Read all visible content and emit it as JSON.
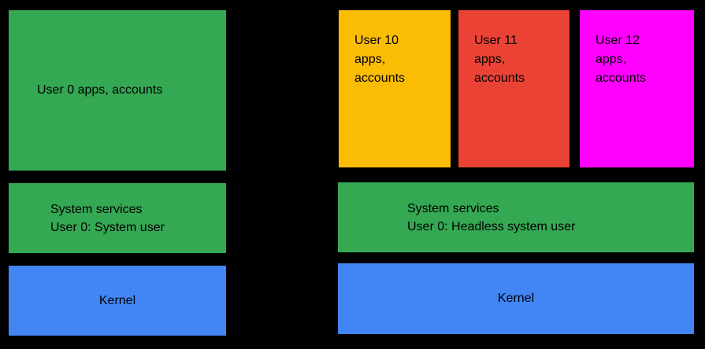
{
  "canvas": {
    "background": "#000000",
    "text_color": "#000000"
  },
  "colors": {
    "green": "#34A853",
    "blue": "#4285F4",
    "yellow": "#FBBC04",
    "red": "#EA4335",
    "magenta": "#FF00FF"
  },
  "left_stack": {
    "user_apps": {
      "label": "User 0 apps, accounts",
      "color": "#34A853"
    },
    "system_services": {
      "line1": "System services",
      "line2": "User 0: System user",
      "color": "#34A853"
    },
    "kernel": {
      "label": "Kernel",
      "color": "#4285F4"
    }
  },
  "right_stack": {
    "user_boxes": [
      {
        "line1": "User 10",
        "line2": "apps,",
        "line3": "accounts",
        "color": "#FBBC04"
      },
      {
        "line1": "User 11",
        "line2": "apps,",
        "line3": "accounts",
        "color": "#EA4335"
      },
      {
        "line1": "User 12",
        "line2": "apps,",
        "line3": "accounts",
        "color": "#FF00FF"
      }
    ],
    "system_services": {
      "line1": "System services",
      "line2": "User 0: Headless system user",
      "color": "#34A853"
    },
    "kernel": {
      "label": "Kernel",
      "color": "#4285F4"
    }
  }
}
